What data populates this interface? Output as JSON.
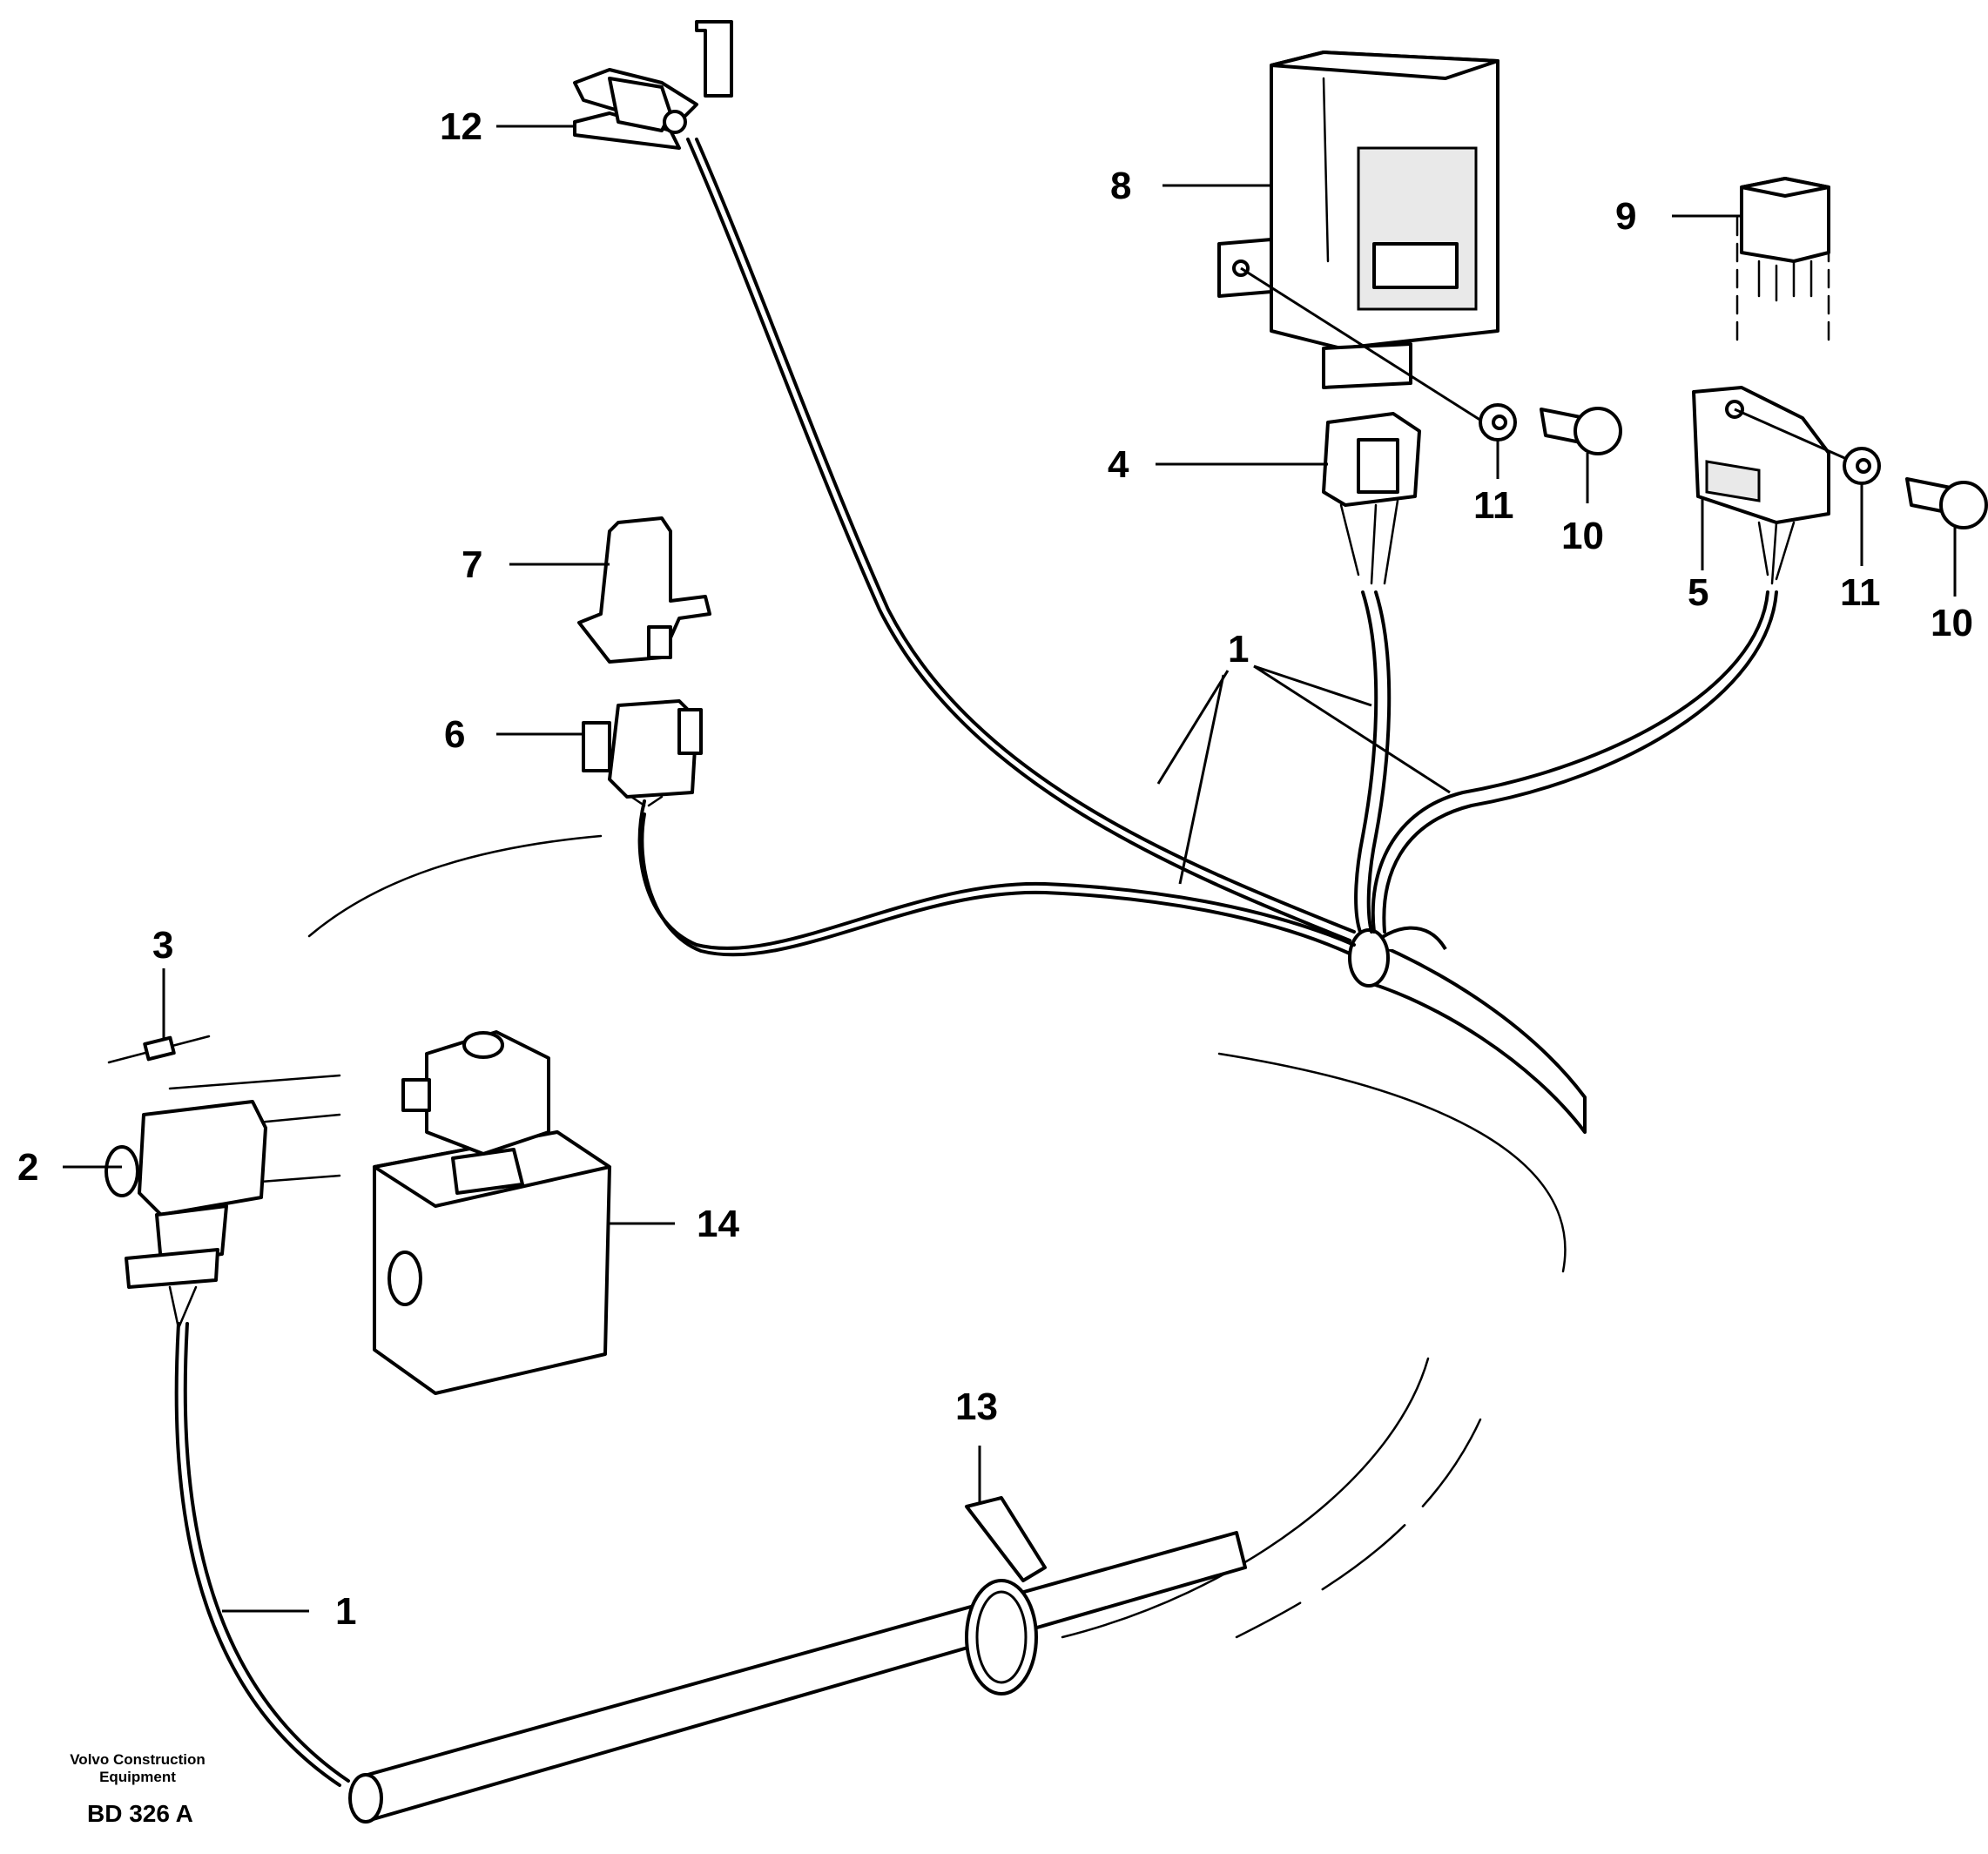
{
  "callouts": {
    "c1": "1",
    "c2": "2",
    "c3": "3",
    "c4": "4",
    "c5": "5",
    "c6": "6",
    "c7": "7",
    "c8": "8",
    "c9": "9",
    "c10": "10",
    "c11": "11",
    "c12": "12",
    "c13": "13",
    "c14": "14"
  },
  "footer": {
    "publisher_line1": "Volvo Construction",
    "publisher_line2": "Equipment",
    "drawing_id": "BD 326 A"
  }
}
